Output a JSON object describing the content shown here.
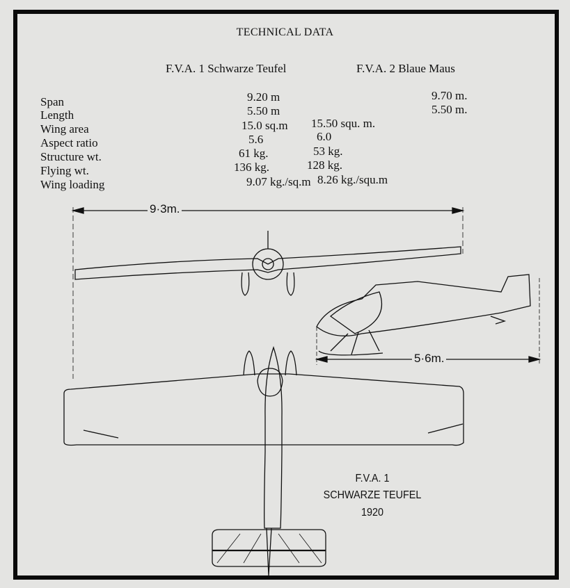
{
  "title": "TECHNICAL DATA",
  "columns": [
    "F.V.A. 1 Schwarze Teufel",
    "F.V.A. 2 Blaue Maus"
  ],
  "rows": [
    {
      "label": "Span",
      "fva1": "9.20 m",
      "fva2": "9.70 m."
    },
    {
      "label": "Length",
      "fva1": "5.50 m",
      "fva2": "5.50 m."
    },
    {
      "label": "Wing area",
      "fva1": "15.0 sq.m",
      "fva2": "15.50 squ. m."
    },
    {
      "label": "Aspect ratio",
      "fva1": "5.6",
      "fva2": "6.0"
    },
    {
      "label": "Structure wt.",
      "fva1": "61 kg.",
      "fva2": "53 kg."
    },
    {
      "label": "Flying wt.",
      "fva1": "136 kg.",
      "fva2": "128 kg."
    },
    {
      "label": "Wing loading",
      "fva1": "9.07 kg./sq.m",
      "fva2": "8.26 kg./squ.m"
    }
  ],
  "drawing": {
    "span_dimension": "9·3m.",
    "length_dimension": "5·6m.",
    "caption": [
      "F.V.A. 1",
      "SCHWARZE TEUFEL",
      "1920"
    ]
  }
}
